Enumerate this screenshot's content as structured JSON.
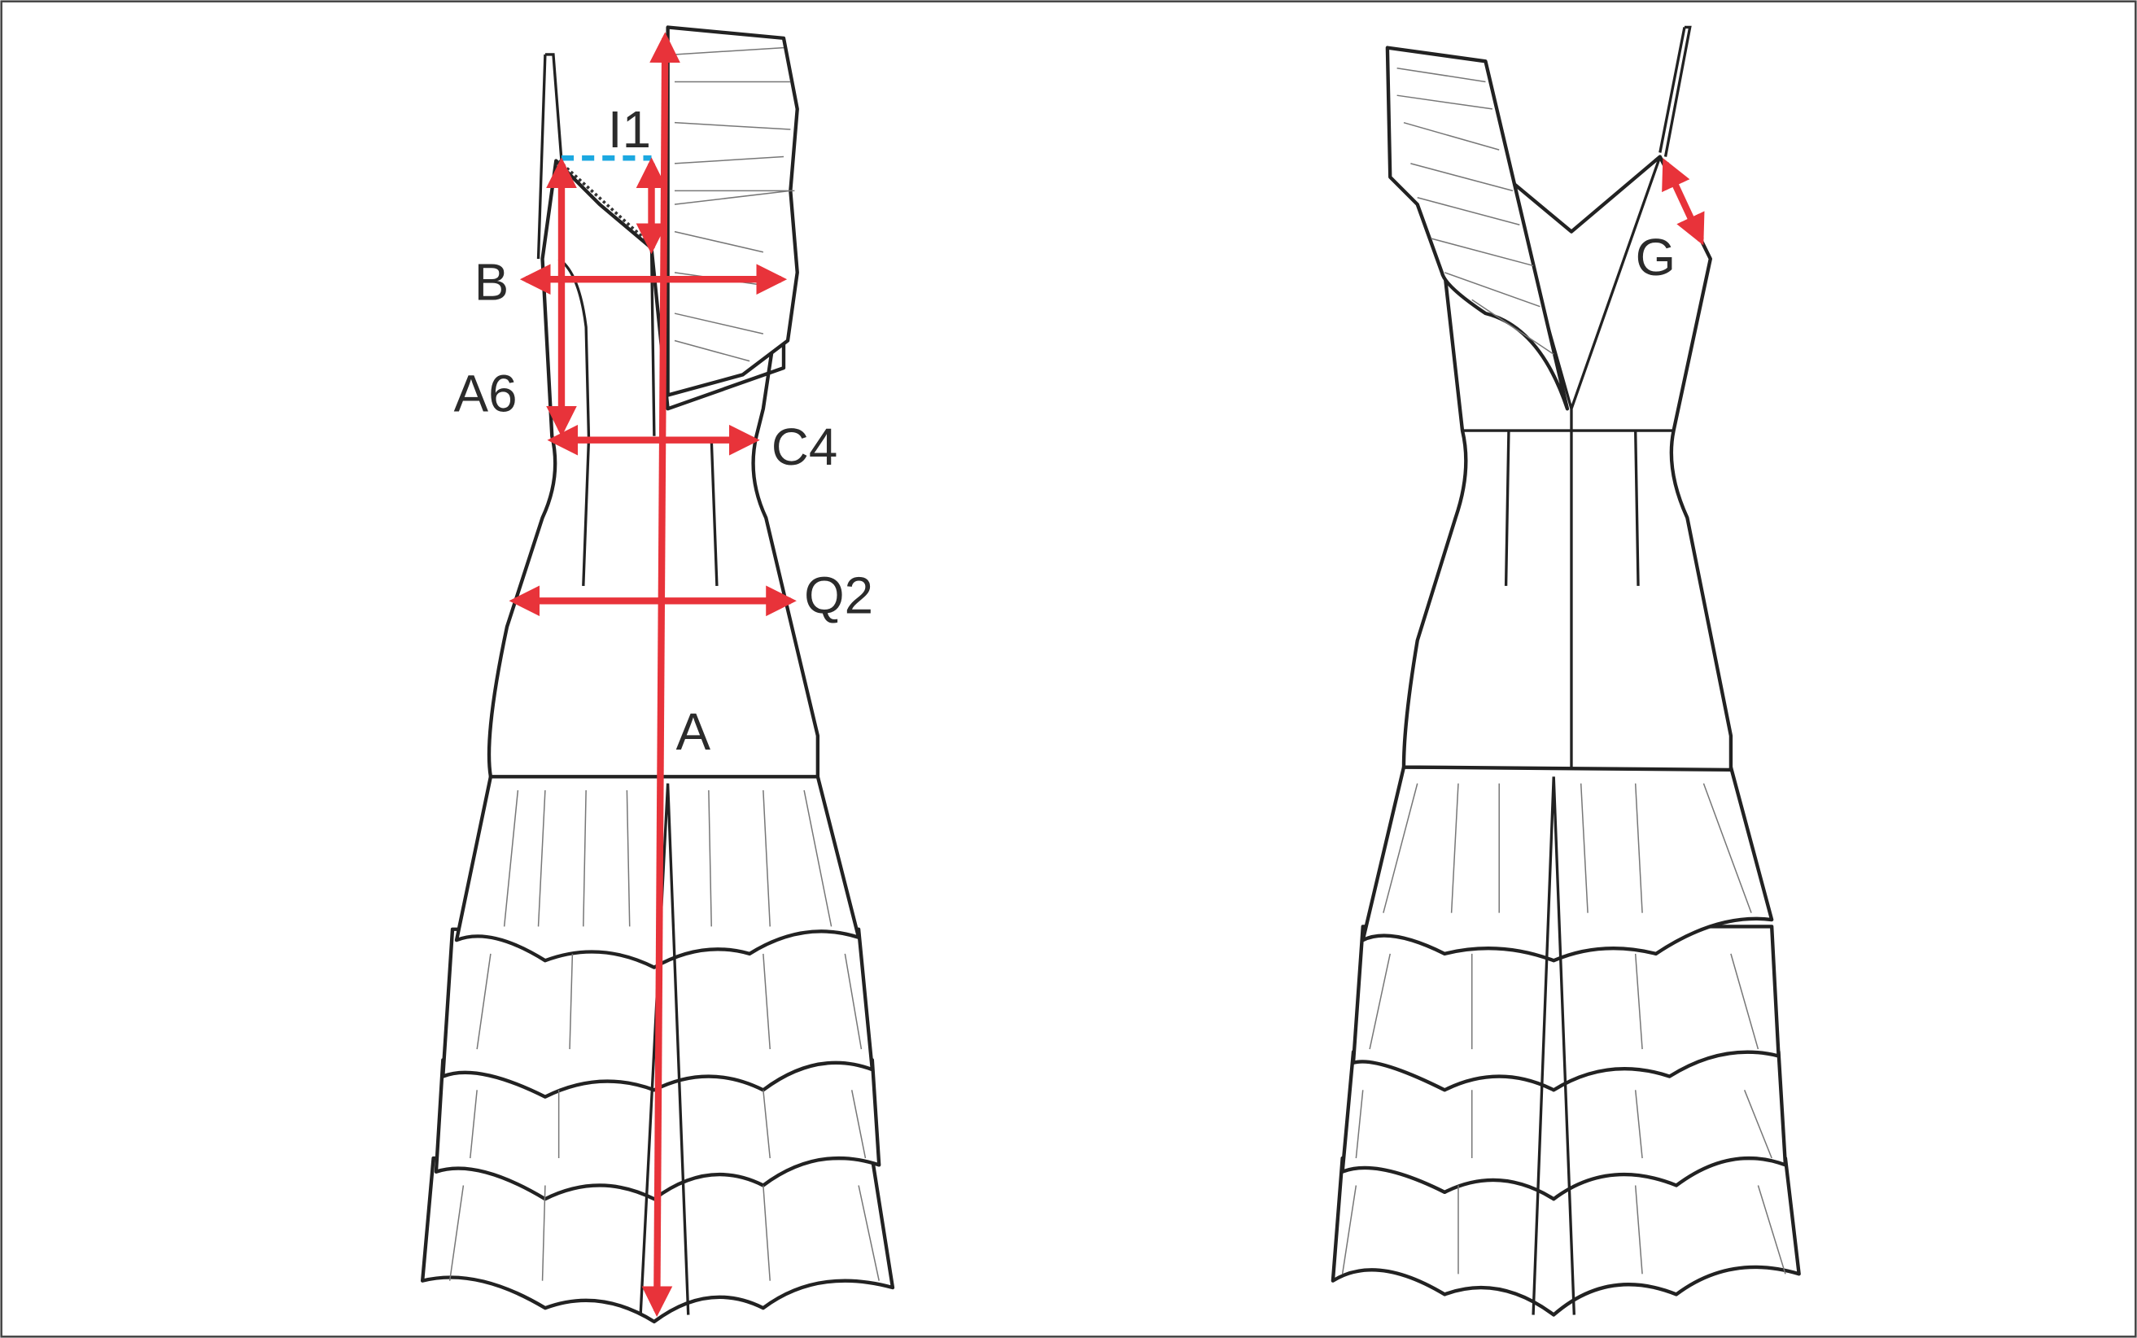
{
  "diagram": {
    "title": "Dress measurement diagram",
    "views": [
      "front",
      "back"
    ],
    "measurements": {
      "front": [
        "I1",
        "B",
        "A6",
        "C4",
        "Q2",
        "A"
      ],
      "back": [
        "G"
      ]
    },
    "colors": {
      "arrow": "#e8333a",
      "guide_dashed": "#1ca8e0",
      "outline": "#222222"
    }
  }
}
